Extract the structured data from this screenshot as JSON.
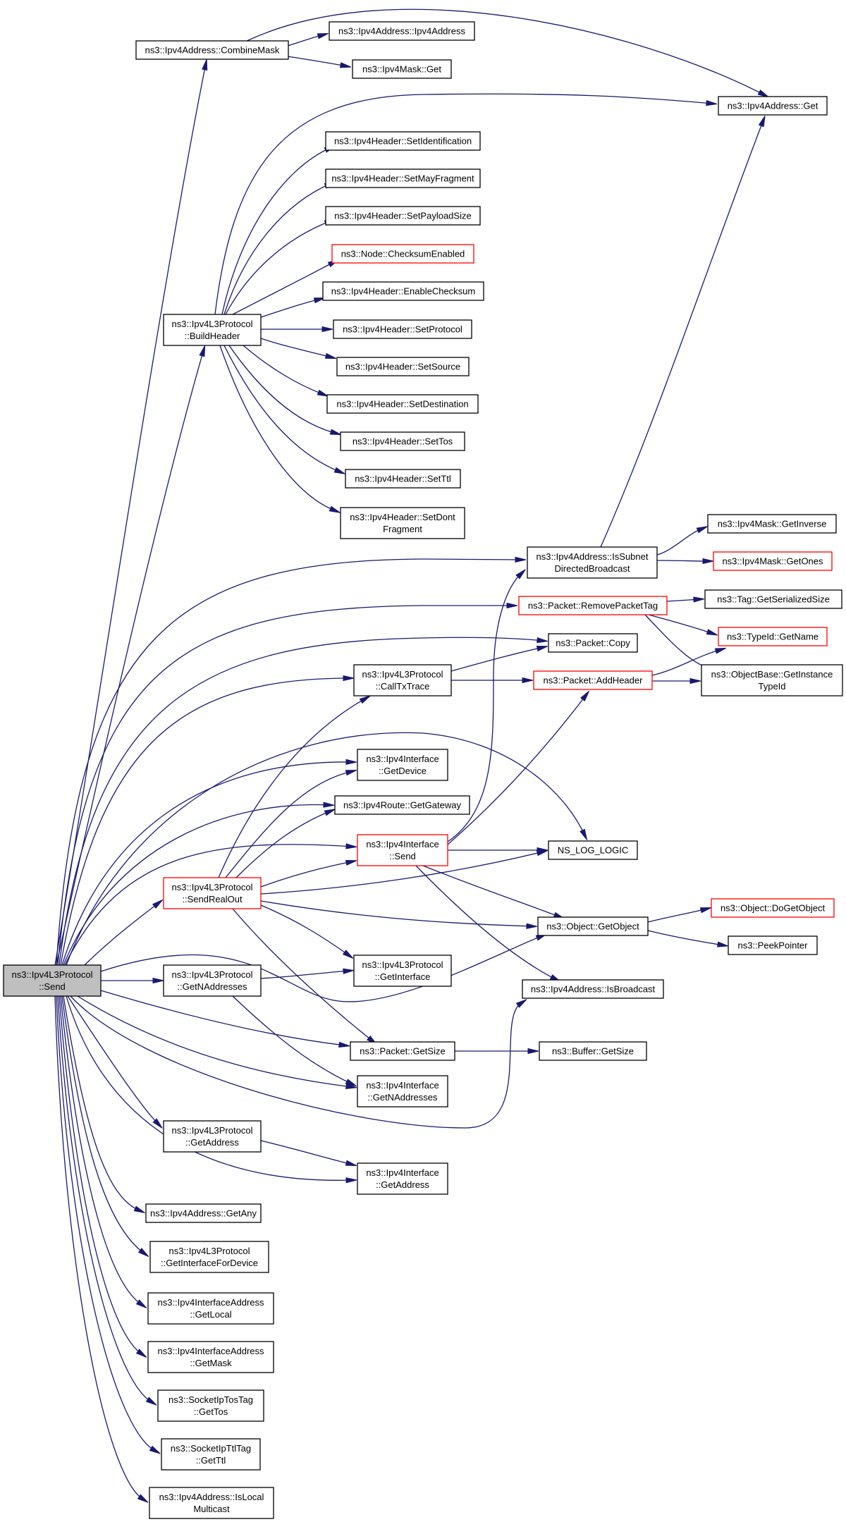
{
  "graph": {
    "nodes": [
      {
        "id": "send",
        "lines": [
          "ns3::Ipv4L3Protocol",
          "::Send"
        ],
        "style": "root"
      },
      {
        "id": "combinemask",
        "lines": [
          "ns3::Ipv4Address::CombineMask"
        ],
        "style": "normal"
      },
      {
        "id": "ipv4addr_ctor",
        "lines": [
          "ns3::Ipv4Address::Ipv4Address"
        ],
        "style": "normal"
      },
      {
        "id": "ipv4mask_get",
        "lines": [
          "ns3::Ipv4Mask::Get"
        ],
        "style": "normal"
      },
      {
        "id": "ipv4addr_get",
        "lines": [
          "ns3::Ipv4Address::Get"
        ],
        "style": "normal"
      },
      {
        "id": "buildheader",
        "lines": [
          "ns3::Ipv4L3Protocol",
          "::BuildHeader"
        ],
        "style": "normal"
      },
      {
        "id": "setident",
        "lines": [
          "ns3::Ipv4Header::SetIdentification"
        ],
        "style": "normal"
      },
      {
        "id": "setmayfrag",
        "lines": [
          "ns3::Ipv4Header::SetMayFragment"
        ],
        "style": "normal"
      },
      {
        "id": "setpayload",
        "lines": [
          "ns3::Ipv4Header::SetPayloadSize"
        ],
        "style": "normal"
      },
      {
        "id": "checksumenabled",
        "lines": [
          "ns3::Node::ChecksumEnabled"
        ],
        "style": "red"
      },
      {
        "id": "enablechecksum",
        "lines": [
          "ns3::Ipv4Header::EnableChecksum"
        ],
        "style": "normal"
      },
      {
        "id": "setprotocol",
        "lines": [
          "ns3::Ipv4Header::SetProtocol"
        ],
        "style": "normal"
      },
      {
        "id": "setsource",
        "lines": [
          "ns3::Ipv4Header::SetSource"
        ],
        "style": "normal"
      },
      {
        "id": "setdestination",
        "lines": [
          "ns3::Ipv4Header::SetDestination"
        ],
        "style": "normal"
      },
      {
        "id": "settos",
        "lines": [
          "ns3::Ipv4Header::SetTos"
        ],
        "style": "normal"
      },
      {
        "id": "setttl",
        "lines": [
          "ns3::Ipv4Header::SetTtl"
        ],
        "style": "normal"
      },
      {
        "id": "setdontfrag",
        "lines": [
          "ns3::Ipv4Header::SetDont",
          "Fragment"
        ],
        "style": "normal"
      },
      {
        "id": "issubnetbcast",
        "lines": [
          "ns3::Ipv4Address::IsSubnet",
          "DirectedBroadcast"
        ],
        "style": "normal"
      },
      {
        "id": "getinverse",
        "lines": [
          "ns3::Ipv4Mask::GetInverse"
        ],
        "style": "normal"
      },
      {
        "id": "getones",
        "lines": [
          "ns3::Ipv4Mask::GetOnes"
        ],
        "style": "red"
      },
      {
        "id": "removepackettag",
        "lines": [
          "ns3::Packet::RemovePacketTag"
        ],
        "style": "red"
      },
      {
        "id": "tag_getsersize",
        "lines": [
          "ns3::Tag::GetSerializedSize"
        ],
        "style": "normal"
      },
      {
        "id": "packet_copy",
        "lines": [
          "ns3::Packet::Copy"
        ],
        "style": "normal"
      },
      {
        "id": "typeid_getname",
        "lines": [
          "ns3::TypeId::GetName"
        ],
        "style": "red"
      },
      {
        "id": "calltxtrace",
        "lines": [
          "ns3::Ipv4L3Protocol",
          "::CallTxTrace"
        ],
        "style": "normal"
      },
      {
        "id": "addheader",
        "lines": [
          "ns3::Packet::AddHeader"
        ],
        "style": "red"
      },
      {
        "id": "getinstancetypeid",
        "lines": [
          "ns3::ObjectBase::GetInstance",
          "TypeId"
        ],
        "style": "normal"
      },
      {
        "id": "iface_getdevice",
        "lines": [
          "ns3::Ipv4Interface",
          "::GetDevice"
        ],
        "style": "normal"
      },
      {
        "id": "route_getgateway",
        "lines": [
          "ns3::Ipv4Route::GetGateway"
        ],
        "style": "normal"
      },
      {
        "id": "iface_send",
        "lines": [
          "ns3::Ipv4Interface",
          "::Send"
        ],
        "style": "red"
      },
      {
        "id": "ns_log_logic",
        "lines": [
          "NS_LOG_LOGIC"
        ],
        "style": "normal"
      },
      {
        "id": "sendrealout",
        "lines": [
          "ns3::Ipv4L3Protocol",
          "::SendRealOut"
        ],
        "style": "red"
      },
      {
        "id": "object_getobject",
        "lines": [
          "ns3::Object::GetObject"
        ],
        "style": "normal"
      },
      {
        "id": "dogetobject",
        "lines": [
          "ns3::Object::DoGetObject"
        ],
        "style": "red"
      },
      {
        "id": "peekpointer",
        "lines": [
          "ns3::PeekPointer"
        ],
        "style": "normal"
      },
      {
        "id": "getnaddresses_l3",
        "lines": [
          "ns3::Ipv4L3Protocol",
          "::GetNAddresses"
        ],
        "style": "normal"
      },
      {
        "id": "getinterface",
        "lines": [
          "ns3::Ipv4L3Protocol",
          "::GetInterface"
        ],
        "style": "normal"
      },
      {
        "id": "isbroadcast",
        "lines": [
          "ns3::Ipv4Address::IsBroadcast"
        ],
        "style": "normal"
      },
      {
        "id": "packet_getsize",
        "lines": [
          "ns3::Packet::GetSize"
        ],
        "style": "normal"
      },
      {
        "id": "buffer_getsize",
        "lines": [
          "ns3::Buffer::GetSize"
        ],
        "style": "normal"
      },
      {
        "id": "iface_getnaddresses",
        "lines": [
          "ns3::Ipv4Interface",
          "::GetNAddresses"
        ],
        "style": "normal"
      },
      {
        "id": "l3_getaddress",
        "lines": [
          "ns3::Ipv4L3Protocol",
          "::GetAddress"
        ],
        "style": "normal"
      },
      {
        "id": "iface_getaddress",
        "lines": [
          "ns3::Ipv4Interface",
          "::GetAddress"
        ],
        "style": "normal"
      },
      {
        "id": "getany",
        "lines": [
          "ns3::Ipv4Address::GetAny"
        ],
        "style": "normal"
      },
      {
        "id": "getifacefordevice",
        "lines": [
          "ns3::Ipv4L3Protocol",
          "::GetInterfaceForDevice"
        ],
        "style": "normal"
      },
      {
        "id": "ifaceaddr_getlocal",
        "lines": [
          "ns3::Ipv4InterfaceAddress",
          "::GetLocal"
        ],
        "style": "normal"
      },
      {
        "id": "ifaceaddr_getmask",
        "lines": [
          "ns3::Ipv4InterfaceAddress",
          "::GetMask"
        ],
        "style": "normal"
      },
      {
        "id": "sockettos_gettos",
        "lines": [
          "ns3::SocketIpTosTag",
          "::GetTos"
        ],
        "style": "normal"
      },
      {
        "id": "socketttl_getttl",
        "lines": [
          "ns3::SocketIpTtlTag",
          "::GetTtl"
        ],
        "style": "normal"
      },
      {
        "id": "islocalmulticast",
        "lines": [
          "ns3::Ipv4Address::IsLocal",
          "Multicast"
        ],
        "style": "normal"
      }
    ],
    "edges": [
      [
        "send",
        "combinemask"
      ],
      [
        "combinemask",
        "ipv4addr_ctor"
      ],
      [
        "combinemask",
        "ipv4mask_get"
      ],
      [
        "combinemask",
        "ipv4addr_get"
      ],
      [
        "send",
        "buildheader"
      ],
      [
        "buildheader",
        "ipv4addr_get"
      ],
      [
        "buildheader",
        "setident"
      ],
      [
        "buildheader",
        "setmayfrag"
      ],
      [
        "buildheader",
        "setpayload"
      ],
      [
        "buildheader",
        "checksumenabled"
      ],
      [
        "buildheader",
        "enablechecksum"
      ],
      [
        "buildheader",
        "setprotocol"
      ],
      [
        "buildheader",
        "setsource"
      ],
      [
        "buildheader",
        "setdestination"
      ],
      [
        "buildheader",
        "settos"
      ],
      [
        "buildheader",
        "setttl"
      ],
      [
        "buildheader",
        "setdontfrag"
      ],
      [
        "send",
        "issubnetbcast"
      ],
      [
        "issubnetbcast",
        "ipv4addr_get"
      ],
      [
        "issubnetbcast",
        "getinverse"
      ],
      [
        "issubnetbcast",
        "getones"
      ],
      [
        "send",
        "removepackettag"
      ],
      [
        "removepackettag",
        "tag_getsersize"
      ],
      [
        "removepackettag",
        "typeid_getname"
      ],
      [
        "removepackettag",
        "getinstancetypeid"
      ],
      [
        "send",
        "packet_copy"
      ],
      [
        "send",
        "calltxtrace"
      ],
      [
        "calltxtrace",
        "packet_copy"
      ],
      [
        "calltxtrace",
        "addheader"
      ],
      [
        "addheader",
        "typeid_getname"
      ],
      [
        "addheader",
        "getinstancetypeid"
      ],
      [
        "send",
        "iface_getdevice"
      ],
      [
        "send",
        "route_getgateway"
      ],
      [
        "send",
        "iface_send"
      ],
      [
        "send",
        "ns_log_logic"
      ],
      [
        "send",
        "sendrealout"
      ],
      [
        "sendrealout",
        "calltxtrace"
      ],
      [
        "sendrealout",
        "iface_getdevice"
      ],
      [
        "sendrealout",
        "route_getgateway"
      ],
      [
        "sendrealout",
        "iface_send"
      ],
      [
        "sendrealout",
        "ns_log_logic"
      ],
      [
        "sendrealout",
        "object_getobject"
      ],
      [
        "sendrealout",
        "getinterface"
      ],
      [
        "sendrealout",
        "packet_getsize"
      ],
      [
        "iface_send",
        "issubnetbcast"
      ],
      [
        "iface_send",
        "addheader"
      ],
      [
        "iface_send",
        "ns_log_logic"
      ],
      [
        "iface_send",
        "object_getobject"
      ],
      [
        "iface_send",
        "isbroadcast"
      ],
      [
        "object_getobject",
        "dogetobject"
      ],
      [
        "object_getobject",
        "peekpointer"
      ],
      [
        "send",
        "object_getobject"
      ],
      [
        "send",
        "getnaddresses_l3"
      ],
      [
        "getnaddresses_l3",
        "getinterface"
      ],
      [
        "getnaddresses_l3",
        "iface_getnaddresses"
      ],
      [
        "send",
        "isbroadcast"
      ],
      [
        "send",
        "packet_getsize"
      ],
      [
        "packet_getsize",
        "buffer_getsize"
      ],
      [
        "send",
        "iface_getnaddresses"
      ],
      [
        "send",
        "l3_getaddress"
      ],
      [
        "l3_getaddress",
        "iface_getaddress"
      ],
      [
        "send",
        "iface_getaddress"
      ],
      [
        "send",
        "getany"
      ],
      [
        "send",
        "getifacefordevice"
      ],
      [
        "send",
        "ifaceaddr_getlocal"
      ],
      [
        "send",
        "ifaceaddr_getmask"
      ],
      [
        "send",
        "sockettos_gettos"
      ],
      [
        "send",
        "socketttl_getttl"
      ],
      [
        "send",
        "islocalmulticast"
      ]
    ]
  }
}
